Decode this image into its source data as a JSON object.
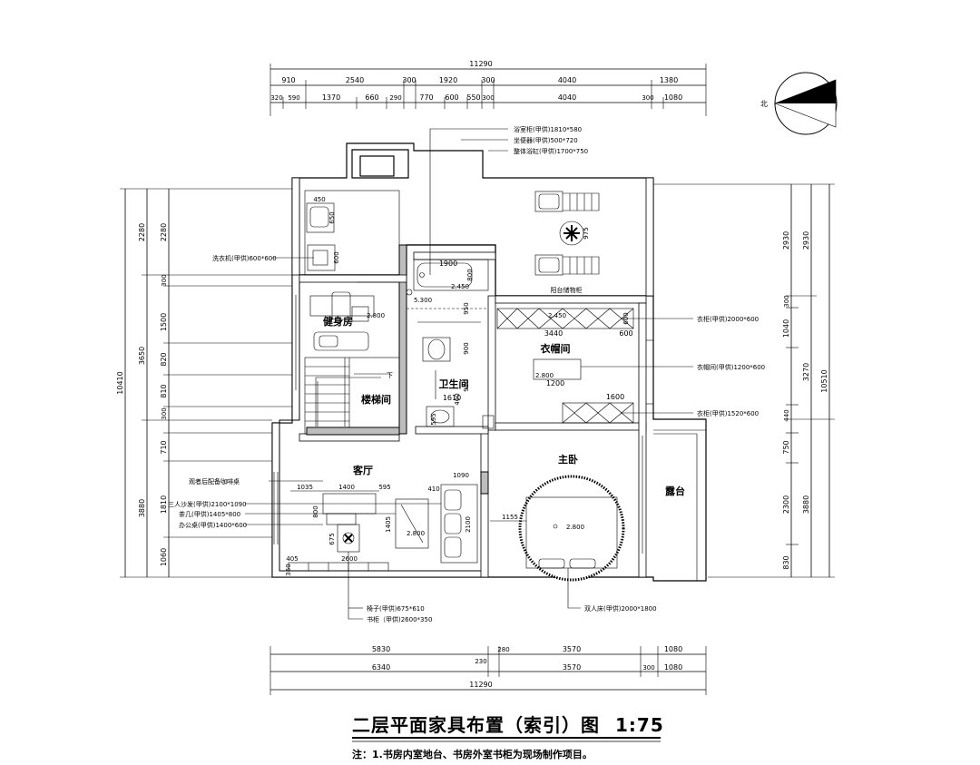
{
  "title": "二层平面家具布置（索引）图",
  "scale": "1:75",
  "note": "注：1.书房内室地台、书房外室书柜为现场制作项目。",
  "north_label": "北",
  "dimensions": {
    "top_total": "11290",
    "top_row1": [
      "910",
      "2540",
      "300",
      "1920",
      "300",
      "4040",
      "1380"
    ],
    "top_row2": [
      "320",
      "590",
      "1370",
      "660",
      "290",
      "770",
      "600",
      "550",
      "300",
      "4040",
      "300",
      "1080"
    ],
    "bottom_row1": [
      "5830",
      "280",
      "3570",
      "1080"
    ],
    "bottom_mid": "230",
    "bottom_row2": [
      "6340",
      "3570",
      "300",
      "1080"
    ],
    "bottom_total": "11290",
    "left_total": "10410",
    "left_row1": [
      "2280",
      "3650",
      "3880"
    ],
    "left_row2": [
      "2280",
      "300",
      "1500",
      "820",
      "810",
      "300",
      "710",
      "1810",
      "1060"
    ],
    "right_total": "10510",
    "right_row1": [
      "2930",
      "3270",
      "3880"
    ],
    "right_row2": [
      "2930",
      "300",
      "1040",
      "440",
      "750",
      "2300",
      "830"
    ]
  },
  "rooms": {
    "living": "客厅",
    "master": "主卧",
    "closet": "衣帽间",
    "bath": "卫生间",
    "stair": "楼梯间",
    "gym": "健身房",
    "terrace": "露台"
  },
  "callouts": {
    "washbasin": "洗衣机(甲供)600*600",
    "cabinet_bath": "浴室柜(甲供)1810*580",
    "toilet": "坐便器(甲供)500*720",
    "tub": "整体浴缸(甲供)1700*750",
    "wardrobe1": "衣柜(甲供)2000*600",
    "island": "衣帽间(甲供)1200*600",
    "wardrobe2": "衣柜(甲供)1520*600",
    "cabinet_note": "观者后配备咖啡桌",
    "sofa": "三人沙发(甲供)2100*1090",
    "table": "茶几(甲供)1405*800",
    "desk": "办公桌(甲供)1400*600",
    "chair": "椅子(甲供)675*610",
    "bookcase": "书柜（甲供)2600*350",
    "bed": "双人床(甲供)2000*1800",
    "balcony_label": "阳台储物柜"
  },
  "inner_dims": {
    "d450": "450",
    "d650": "650",
    "d600": "600",
    "d1900": "1900",
    "d800a": "800",
    "d950": "950",
    "d900": "900",
    "d910": "910",
    "d595": "595",
    "d1610": "1610",
    "d460": "460",
    "d3440": "3440",
    "d600b": "600",
    "d1200": "1200",
    "d1600": "1600",
    "d1035": "1035",
    "d1400": "1400",
    "d595b": "595",
    "d1090": "1090",
    "d410": "410",
    "d2100": "2100",
    "d1405": "1405",
    "d675": "675",
    "d2600": "2600",
    "d405": "405",
    "d360": "360",
    "d1155": "1155",
    "d975": "975",
    "h2800": "2.800",
    "h2450": "2.450",
    "down": "下",
    "stairtag": "5.300"
  }
}
